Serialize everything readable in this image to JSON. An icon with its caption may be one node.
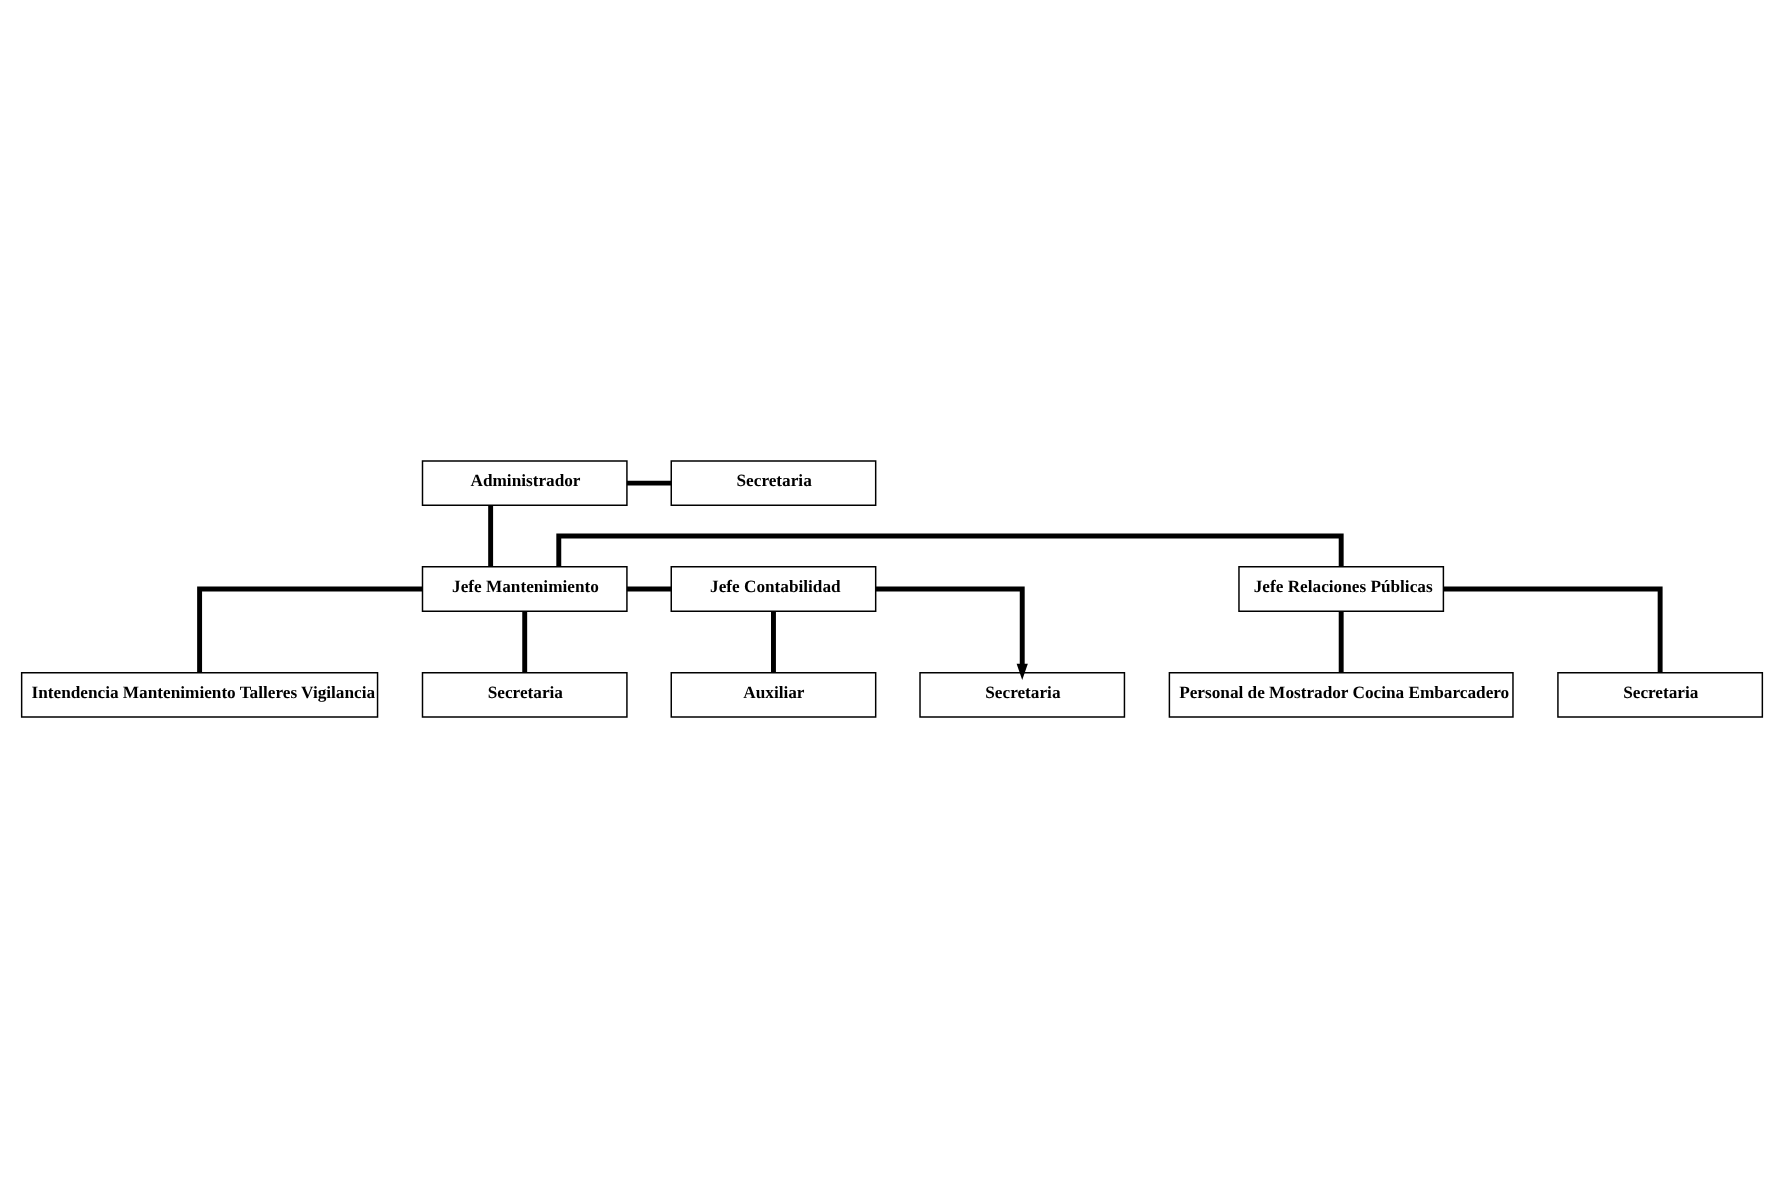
{
  "diagram": {
    "nodes": [
      {
        "text": [
          "Administrador"
        ]
      },
      {
        "text": [
          "Secretaria"
        ]
      },
      {
        "text": [
          "Jefe Relaciones Públicas"
        ]
      },
      {
        "text": [
          "Jefe Mantenimiento"
        ]
      },
      {
        "text": [
          "Jefe Contabilidad"
        ]
      },
      {
        "text": [
          "Personal de Mostrador Cocina Embarcadero"
        ]
      },
      {
        "text": [
          "Intendencia Mantenimiento Talleres Vigilancia"
        ]
      },
      {
        "text": [
          "Auxiliar"
        ]
      },
      {
        "text": [
          "Secretaria"
        ]
      },
      {
        "text": [
          "Secretaria"
        ]
      },
      {
        "text": [
          "Secretaria"
        ]
      }
    ],
    "edges": [
      {
        "from": 0,
        "to": 1,
        "arrow": "none"
      },
      {
        "from": 0,
        "to": 3,
        "arrow": "none"
      },
      {
        "from": 3,
        "to": 2,
        "arrow": "none"
      },
      {
        "from": 3,
        "to": 4,
        "arrow": "none"
      },
      {
        "from": 2,
        "to": 5,
        "arrow": "none"
      },
      {
        "from": 2,
        "to": 8,
        "arrow": "none"
      },
      {
        "from": 3,
        "to": 6,
        "arrow": "none"
      },
      {
        "from": 3,
        "to": 9,
        "arrow": "none"
      },
      {
        "from": 4,
        "to": 7,
        "arrow": "none"
      },
      {
        "from": 4,
        "to": 10,
        "arrow": "to"
      }
    ]
  }
}
